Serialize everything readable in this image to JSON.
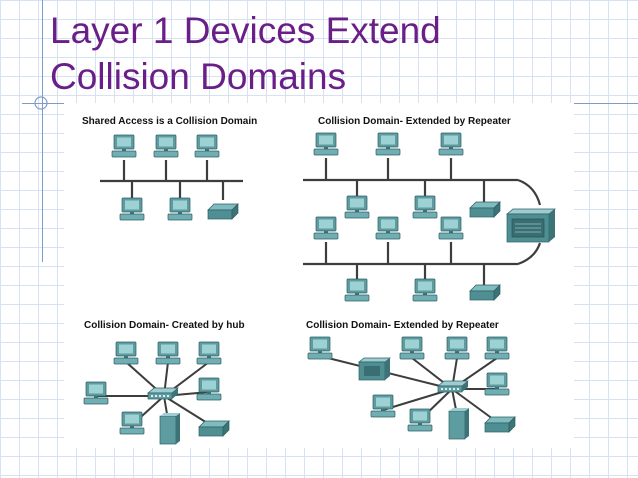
{
  "slide": {
    "title_line1": "Layer 1 Devices Extend",
    "title_line2": "Collision Domains"
  },
  "diagrams": {
    "shared_access": "Shared Access is a Collision Domain",
    "repeater_top": "Collision Domain- Extended by Repeater",
    "hub": "Collision Domain- Created by hub",
    "repeater_bottom": "Collision Domain- Extended by Repeater"
  },
  "colors": {
    "title": "#6a1f88",
    "cable": "#3d3d3d",
    "device": "#4f8f93"
  },
  "icons": [
    "computer-icon",
    "printer-icon",
    "repeater-icon",
    "hub-icon",
    "server-icon"
  ]
}
